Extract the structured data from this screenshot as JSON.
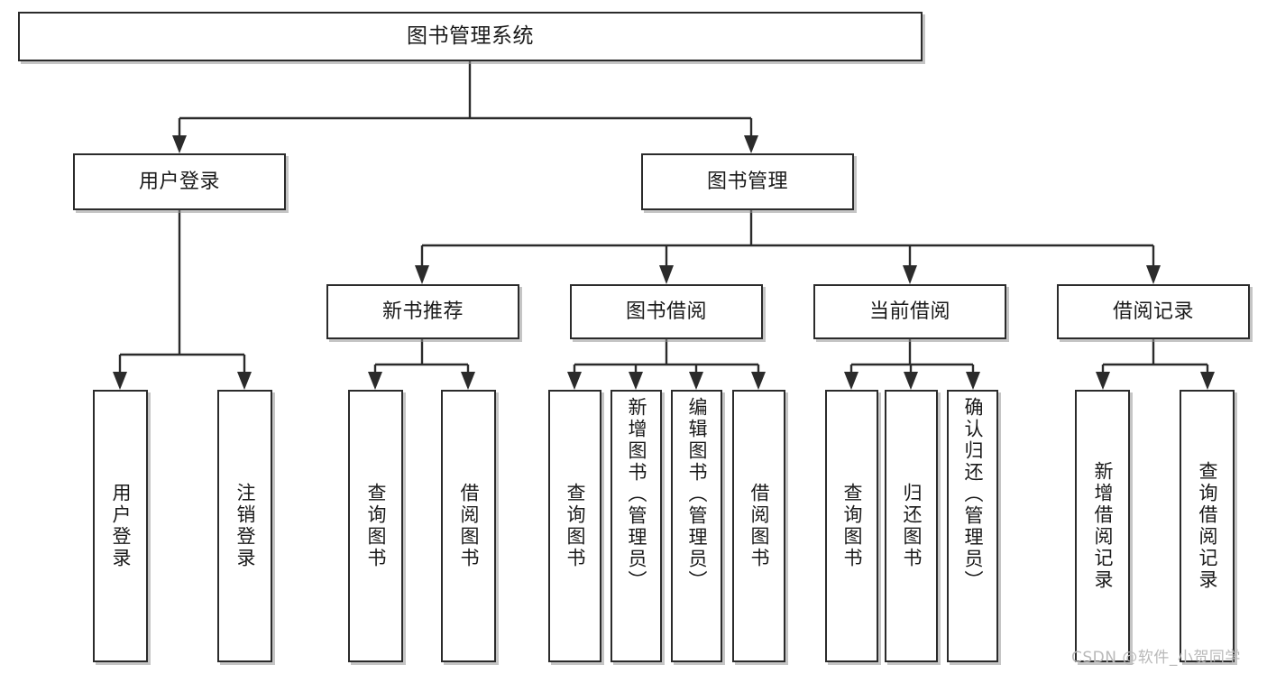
{
  "diagram": {
    "type": "tree",
    "title": "图书管理系统",
    "orientation": "top-down",
    "nodes": {
      "root": {
        "label": "图书管理系统",
        "level": 1
      },
      "user_login": {
        "label": "用户登录",
        "level": 2
      },
      "book_manage": {
        "label": "图书管理",
        "level": 2
      },
      "new_book_rec": {
        "label": "新书推荐",
        "level": 3
      },
      "book_borrow": {
        "label": "图书借阅",
        "level": 3
      },
      "current_borrow": {
        "label": "当前借阅",
        "level": 3
      },
      "borrow_record": {
        "label": "借阅记录",
        "level": 3
      },
      "leaf_user_login": {
        "label": "用户登录",
        "level": 4
      },
      "leaf_logout": {
        "label": "注销登录",
        "level": 4
      },
      "leaf_query_book_1": {
        "label": "查询图书",
        "level": 4
      },
      "leaf_borrow_book_1": {
        "label": "借阅图书",
        "level": 4
      },
      "leaf_query_book_2": {
        "label": "查询图书",
        "level": 4
      },
      "leaf_add_book": {
        "label": "新增图书（管理员）",
        "level": 4
      },
      "leaf_edit_book": {
        "label": "编辑图书（管理员）",
        "level": 4
      },
      "leaf_borrow_book_2": {
        "label": "借阅图书",
        "level": 4
      },
      "leaf_query_book_3": {
        "label": "查询图书",
        "level": 4
      },
      "leaf_return_book": {
        "label": "归还图书",
        "level": 4
      },
      "leaf_confirm_return": {
        "label": "确认归还（管理员）",
        "level": 4
      },
      "leaf_add_record": {
        "label": "新增借阅记录",
        "level": 4
      },
      "leaf_query_record": {
        "label": "查询借阅记录",
        "level": 4
      }
    },
    "edges": [
      {
        "from": "root",
        "to": "user_login"
      },
      {
        "from": "root",
        "to": "book_manage"
      },
      {
        "from": "user_login",
        "to": "leaf_user_login"
      },
      {
        "from": "user_login",
        "to": "leaf_logout"
      },
      {
        "from": "book_manage",
        "to": "new_book_rec"
      },
      {
        "from": "book_manage",
        "to": "book_borrow"
      },
      {
        "from": "book_manage",
        "to": "current_borrow"
      },
      {
        "from": "book_manage",
        "to": "borrow_record"
      },
      {
        "from": "new_book_rec",
        "to": "leaf_query_book_1"
      },
      {
        "from": "new_book_rec",
        "to": "leaf_borrow_book_1"
      },
      {
        "from": "book_borrow",
        "to": "leaf_query_book_2"
      },
      {
        "from": "book_borrow",
        "to": "leaf_add_book"
      },
      {
        "from": "book_borrow",
        "to": "leaf_edit_book"
      },
      {
        "from": "book_borrow",
        "to": "leaf_borrow_book_2"
      },
      {
        "from": "current_borrow",
        "to": "leaf_query_book_3"
      },
      {
        "from": "current_borrow",
        "to": "leaf_return_book"
      },
      {
        "from": "current_borrow",
        "to": "leaf_confirm_return"
      },
      {
        "from": "borrow_record",
        "to": "leaf_add_record"
      },
      {
        "from": "borrow_record",
        "to": "leaf_query_record"
      }
    ]
  },
  "colors": {
    "background": "#ffffff",
    "box_border": "#2b2b2b",
    "box_fill": "#ffffff",
    "connector": "#2b2b2b",
    "text": "#1a1a1a",
    "watermark": "#b9b9b9"
  },
  "watermark": {
    "text": "CSDN @软件_小贺同学"
  }
}
